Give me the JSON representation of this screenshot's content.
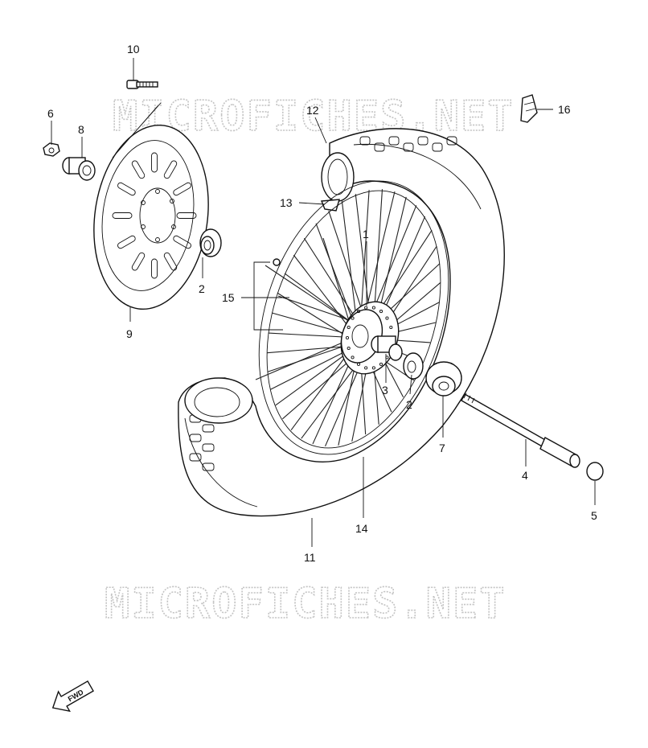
{
  "watermark": {
    "text": "MICROFICHES.NET"
  },
  "fwd_label": "FWD",
  "callouts": {
    "c1": "1",
    "c2a": "2",
    "c2b": "2",
    "c3": "3",
    "c4": "4",
    "c5": "5",
    "c6": "6",
    "c7": "7",
    "c8": "8",
    "c9": "9",
    "c10": "10",
    "c11": "11",
    "c12": "12",
    "c13": "13",
    "c14": "14",
    "c15": "15",
    "c16": "16"
  }
}
